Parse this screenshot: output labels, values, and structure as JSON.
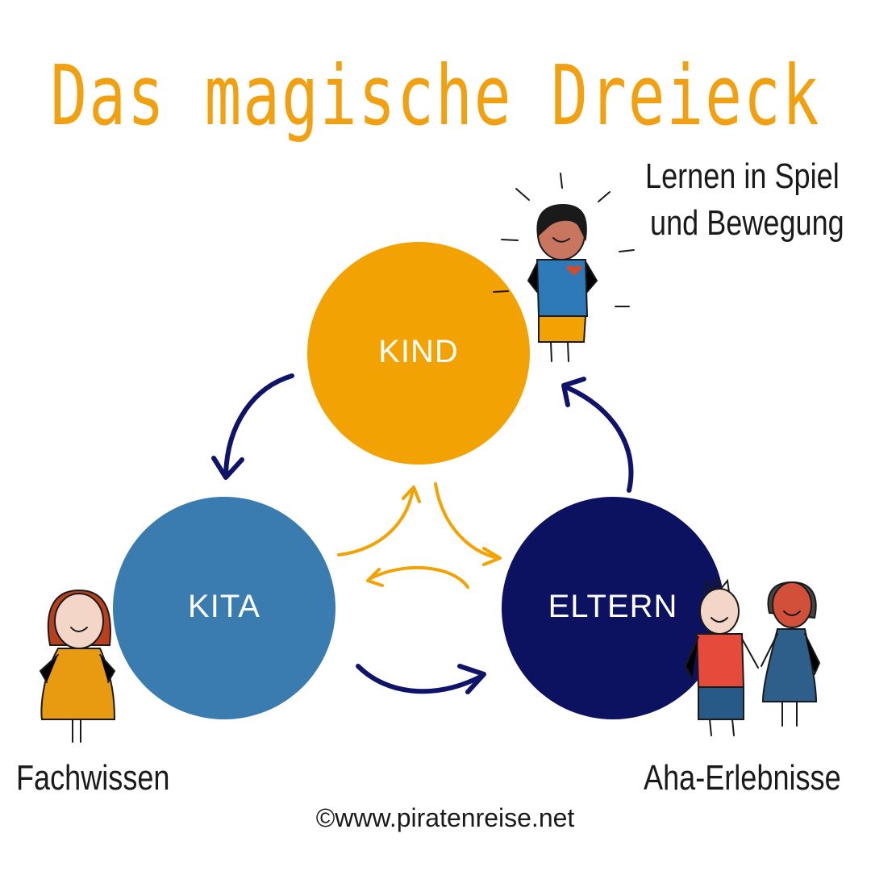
{
  "title": "Das magische Dreieck",
  "nodes": {
    "kind": {
      "label": "KIND",
      "color": "#f2a203"
    },
    "kita": {
      "label": "KITA",
      "color": "#3a7cb0"
    },
    "eltern": {
      "label": "ELTERN",
      "color": "#0c1260"
    }
  },
  "annotations": {
    "kind_line1": "Lernen in Spiel",
    "kind_line2": "und Bewegung",
    "kita": "Fachwissen",
    "eltern": "Aha-Erlebnisse"
  },
  "footer": {
    "copyright": "©www.piratenreise.net"
  },
  "colors": {
    "accent": "#f0a010",
    "outer_arrows": "#10136a",
    "inner_arrows": "#f2a203"
  }
}
